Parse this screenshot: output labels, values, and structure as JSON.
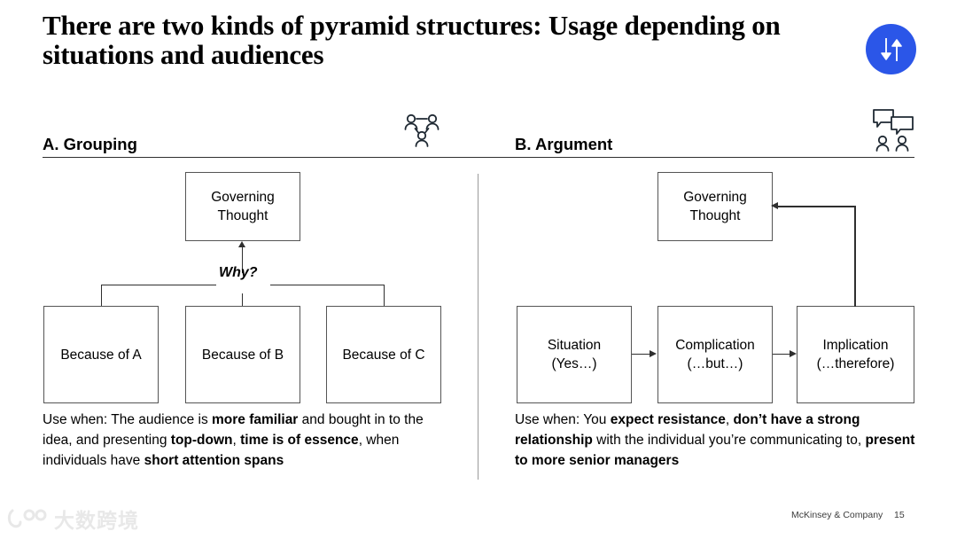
{
  "slide": {
    "title": "There are two kinds of pyramid structures: Usage depending on situations and audiences",
    "accent_color": "#2B56E8",
    "line_color": "#2f2f2f",
    "box_border_color": "#555555"
  },
  "badge": {
    "icon": "up-down-arrows-icon",
    "background": "#2B56E8"
  },
  "sections": {
    "a": {
      "heading": "A. Grouping",
      "icon": "people-network-icon",
      "diagram": {
        "governing": "Governing\nThought",
        "governing_line1": "Governing",
        "governing_line2": "Thought",
        "connector_label": "Why?",
        "supports": [
          {
            "label": "Because of A"
          },
          {
            "label": "Because of B"
          },
          {
            "label": "Because of C"
          }
        ]
      },
      "caption_runs": [
        {
          "text": "Use when: The audience is ",
          "bold": false
        },
        {
          "text": "more familiar",
          "bold": true
        },
        {
          "text": " and bought in to the idea, and presenting ",
          "bold": false
        },
        {
          "text": "top-down",
          "bold": true
        },
        {
          "text": ", ",
          "bold": false
        },
        {
          "text": "time is of essence",
          "bold": true
        },
        {
          "text": ", when individuals have ",
          "bold": false
        },
        {
          "text": "short attention spans",
          "bold": true
        }
      ]
    },
    "b": {
      "heading": "B.  Argument",
      "icon": "speech-bubbles-people-icon",
      "diagram": {
        "governing_line1": "Governing",
        "governing_line2": "Thought",
        "steps": [
          {
            "line1": "Situation",
            "line2": "(Yes…)"
          },
          {
            "line1": "Complication",
            "line2": "(…but…)"
          },
          {
            "line1": "Implication",
            "line2": "(…therefore)"
          }
        ]
      },
      "caption_runs": [
        {
          "text": "Use when: You ",
          "bold": false
        },
        {
          "text": "expect resistance",
          "bold": true
        },
        {
          "text": ", ",
          "bold": false
        },
        {
          "text": "don’t have a strong relationship",
          "bold": true
        },
        {
          "text": " with the individual you’re communicating to, ",
          "bold": false
        },
        {
          "text": "present to more senior managers",
          "bold": true
        }
      ]
    }
  },
  "footer": {
    "brand": "McKinsey & Company",
    "page_number": "15"
  },
  "watermark": {
    "text": "大数跨境"
  }
}
